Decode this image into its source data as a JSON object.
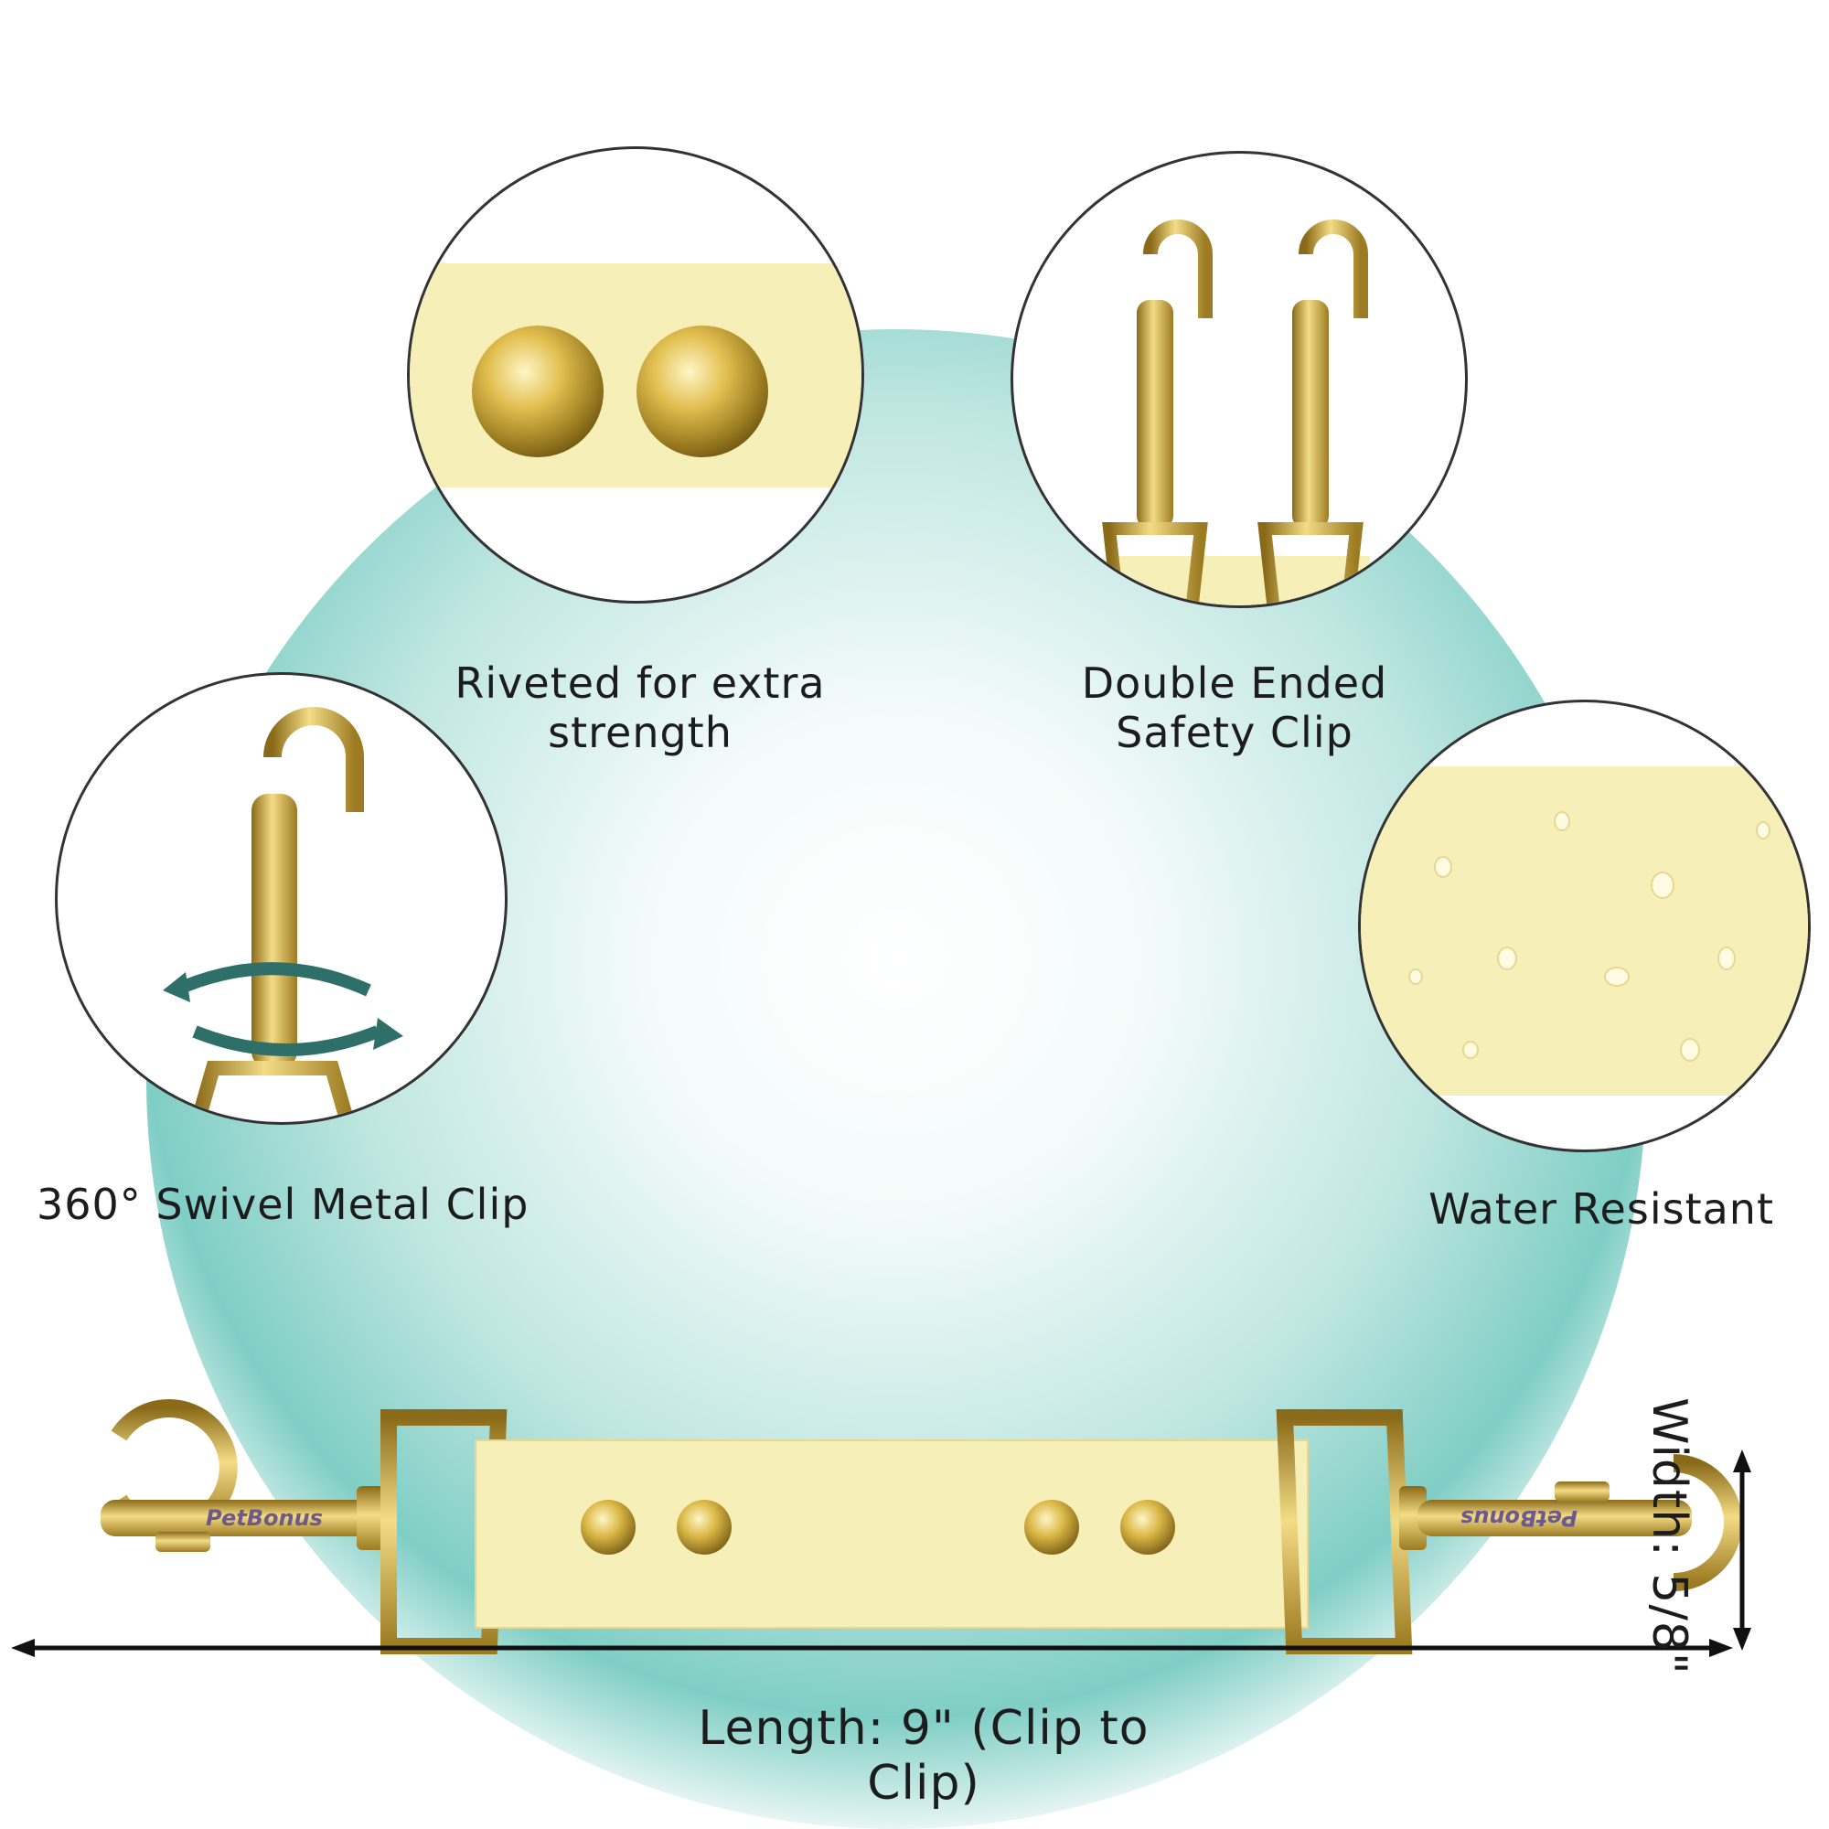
{
  "features": {
    "riveted": {
      "line1": "Riveted for extra",
      "line2": "strength"
    },
    "double_clip": {
      "line1": "Double Ended",
      "line2": "Safety Clip"
    },
    "swivel": {
      "text": "360° Swivel Metal Clip"
    },
    "water": {
      "text": "Water Resistant"
    }
  },
  "brand": {
    "text": "PetBonus"
  },
  "dimensions": {
    "length": "Length: 9\" (Clip to Clip)",
    "width": "Width: 5/8\""
  },
  "colors": {
    "strap": "#f7efb8",
    "gold": "#d4af37",
    "teal": "#7fcec5",
    "arrow": "#2f6f6a"
  }
}
